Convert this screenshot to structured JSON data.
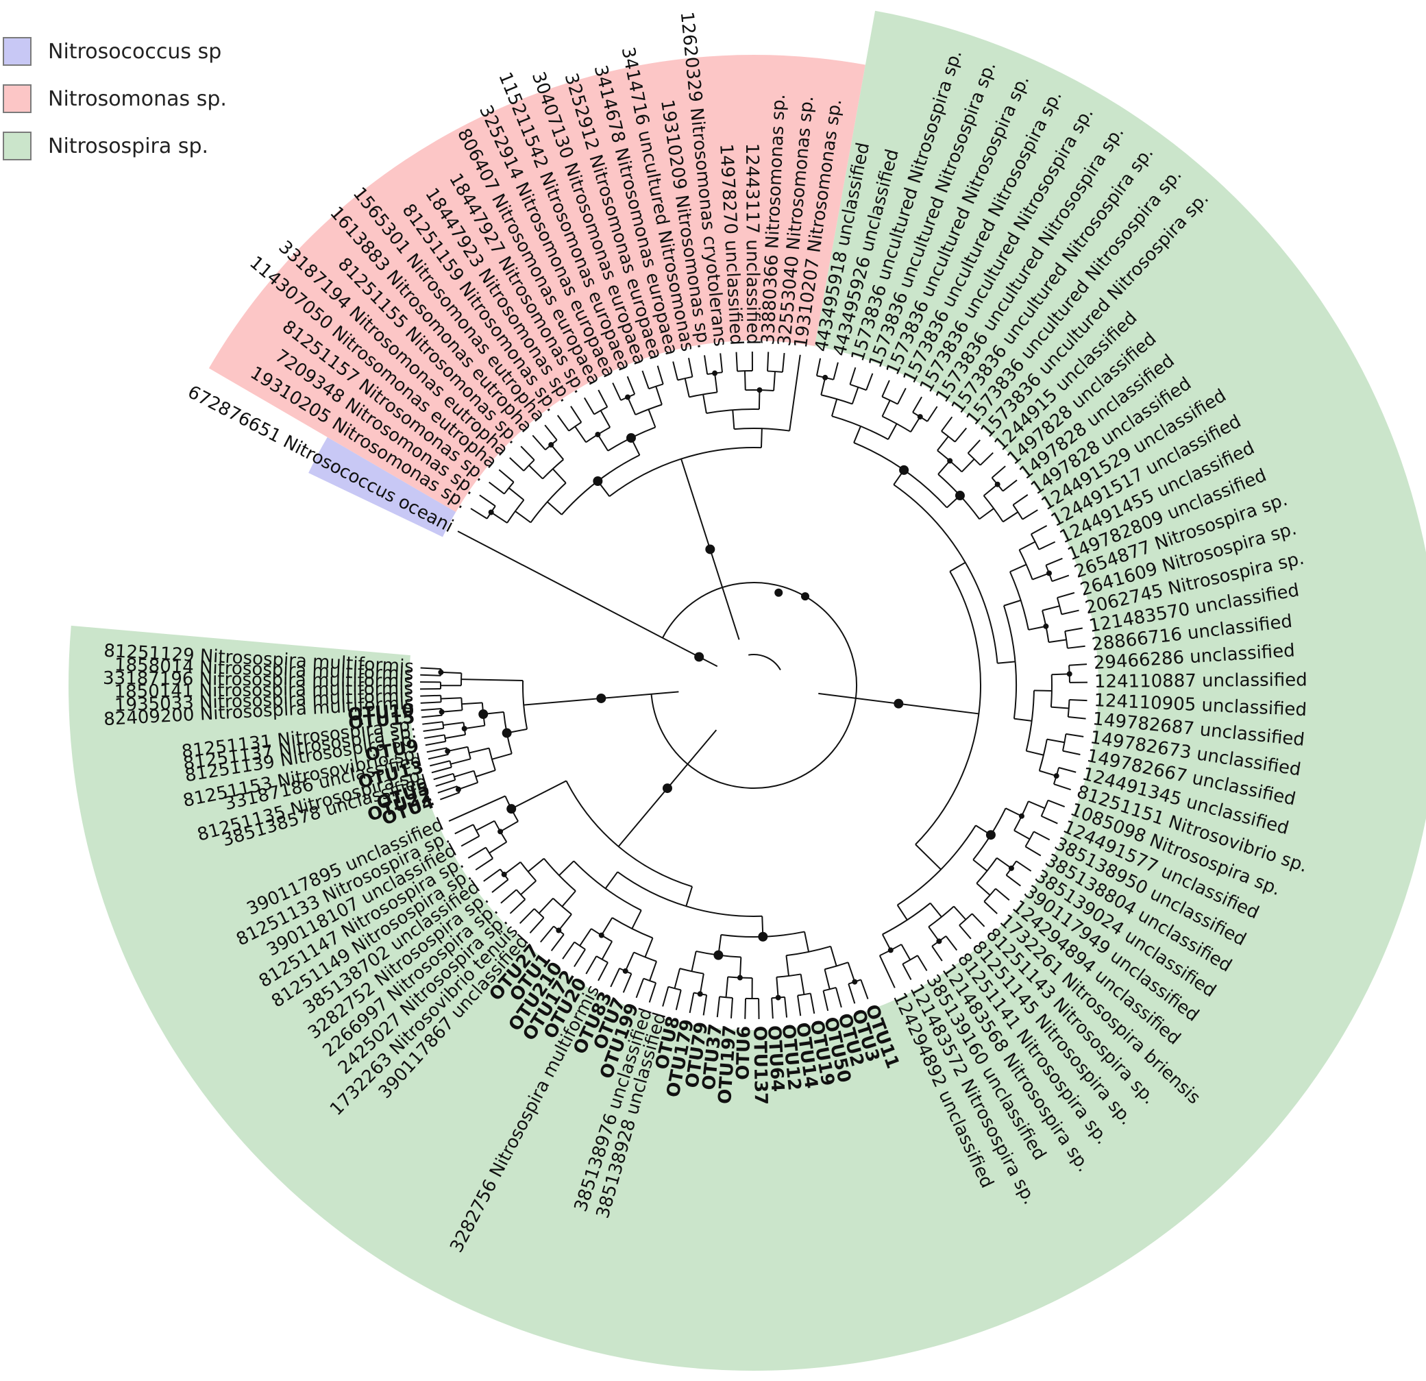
{
  "legend": [
    {
      "label": "Nitrosococcus sp",
      "color": "#c8c8f5"
    },
    {
      "label": "Nitrosomonas sp.",
      "color": "#fcc6c6"
    },
    {
      "label": "Nitrosospira sp.",
      "color": "#cbe5cb"
    }
  ],
  "clade_colors": {
    "nitrosococcus": "#c8c8f5",
    "nitrosomonas": "#fcc6c6",
    "nitrosospira": "#cbe5cb"
  },
  "tree": {
    "nitrosococcus_leaves": [
      "672876651 Nitrosococcus oceani"
    ],
    "nitrosomonas_leaves": [
      "19310205 Nitrosomonas sp.",
      "7209348 Nitrosomonas sp.",
      "81251157 Nitrosomonas sp.",
      "114307050 Nitrosomonas eutropha",
      "33187194 Nitrosomonas eutropha",
      "81251155 Nitrosomonas sp.",
      "1613883 Nitrosomonas eutropha",
      "1565301 Nitrosomonas eutropha",
      "81251159 Nitrosomonas sp.",
      "18447923 Nitrosomonas sp.",
      "18447927 Nitrosomonas sp.",
      "806407 Nitrosomonas europaea",
      "3252914 Nitrosomonas europaea",
      "115211542 Nitrosomonas europaea",
      "30407130 Nitrosomonas europaea",
      "3252912 Nitrosomonas europaea",
      "3414678 Nitrosomonas europaea",
      "3414716 uncultured Nitrosomonas",
      "19310209 Nitrosomonas sp.",
      "12620329 Nitrosomonas cryotolerans",
      "14978270 unclassified",
      "12443117 unclassified",
      "33880366 Nitrosomonas sp.",
      "32553040 Nitrosomonas sp.",
      "19310207 Nitrosomonas sp."
    ],
    "nitrosospira_right_leaves": [
      "443495918 unclassified",
      "443495926 unclassified",
      "1573836 uncultured Nitrosospira sp.",
      "1573836 uncultured Nitrosospira sp.",
      "1573836 uncultured Nitrosospira sp.",
      "1573836 uncultured Nitrosospira sp.",
      "1573836 uncultured Nitrosospira sp.",
      "1573836 uncultured Nitrosospira sp.",
      "1573836 uncultured Nitrosospira sp.",
      "1573836 uncultured Nitrosospira sp.",
      "1573836 uncultured Nitrosospira sp.",
      "1244915 unclassified",
      "1497828 unclassified",
      "1497828 unclassified",
      "1497828 unclassified",
      "124491529 unclassified",
      "124491517 unclassified",
      "124491455 unclassified",
      "149782809 unclassified",
      "2654877 Nitrosospira sp.",
      "2641609 Nitrosospira sp.",
      "2062745 Nitrosospira sp.",
      "121483570 unclassified",
      "28866716 unclassified",
      "29466286 unclassified",
      "124110887 unclassified",
      "124110905 unclassified",
      "149782687 unclassified",
      "149782673 unclassified",
      "149782667 unclassified",
      "124491345 unclassified",
      "81251151 Nitrosovibrio sp.",
      "1085098 Nitrosospira sp.",
      "124491577 unclassified",
      "385138950 unclassified",
      "385138804 unclassified",
      "385139024 unclassified",
      "390117949 unclassified",
      "124294894 unclassified",
      "1732261 Nitrosospira briensis",
      "81251143 Nitrosospira sp.",
      "81251145 Nitrosospira sp.",
      "81251141 Nitrosospira sp.",
      "121483568 Nitrosospira sp.",
      "385139160 unclassified",
      "121483572 Nitrosospira sp.",
      "124294892 unclassified"
    ],
    "nitrosospira_bottom_leaves": [
      "OTU11",
      "OTU3",
      "OTU2",
      "OTU50",
      "OTU19",
      "OTU14",
      "OTU12",
      "OTU64",
      "OTU137",
      "OTU6",
      "OTU197",
      "OTU37",
      "OTU79",
      "OTU179",
      "OTU8",
      "385138928 unclassified",
      "385138976 unclassified",
      "OTU199",
      "OTU7",
      "OTU83",
      "3282756 Nitrosospira multiformis",
      "OTU20",
      "OTU172",
      "OTU210",
      "OTU1",
      "OTU27",
      "390117867 unclassified",
      "1732263 Nitrosovibrio tenuis",
      "2425027 Nitrosospira sp.",
      "2266997 Nitrosospira sp.",
      "3282752 Nitrosospira sp.",
      "385138702 unclassified",
      "81251149 Nitrosospira sp.",
      "81251147 Nitrosospira sp.",
      "390118107 unclassified",
      "81251133 Nitrosospira sp.",
      "390117895 unclassified"
    ],
    "nitrosospira_left_leaves": [
      "OTU4",
      "OTU22",
      "OTU5",
      "385138578 unclassified",
      "81251135 Nitrosospira sp.",
      "OTU13",
      "33187186 unclassified",
      "81251153 Nitrosovibrio sp.",
      "OTU9",
      "81251139 Nitrosospira sp.",
      "81251137 Nitrosospira sp.",
      "81251131 Nitrosospira sp.",
      "OTU15",
      "OTU10",
      "82409200 Nitrosospira multiformis",
      "1935033 Nitrosospira multiformis",
      "1850141 Nitrosospira multiformis",
      "33187196 Nitrosospira multiformis",
      "1858014 Nitrosospira multiformis",
      "81251129 Nitrosospira multiformis"
    ]
  }
}
